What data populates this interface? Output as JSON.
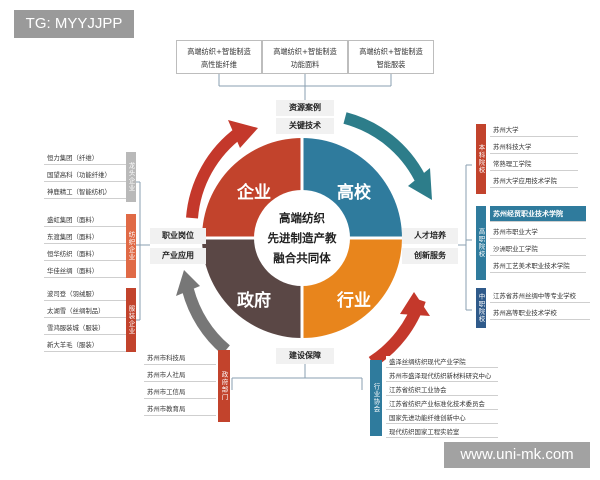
{
  "watermark_tl": "TG: MYYJJPP",
  "watermark_br": "www.uni-mk.com",
  "colors": {
    "enterprise": "#c2432c",
    "university": "#2f7b9d",
    "government": "#5a4745",
    "industry": "#e8851c",
    "arrow_red": "#c4382b",
    "arrow_teal": "#2d7d8a",
    "arrow_grey": "#777777"
  },
  "top_boxes": [
    {
      "line1": "高端纺织+智能制造",
      "line2": "高性能纤维"
    },
    {
      "line1": "高端纺织+智能制造",
      "line2": "功能面料"
    },
    {
      "line1": "高端纺织+智能制造",
      "line2": "智能服装"
    }
  ],
  "top_labels": [
    "资源案例",
    "关键技术"
  ],
  "wheel": {
    "enterprise": "企业",
    "university": "高校",
    "government": "政府",
    "industry": "行业",
    "center": [
      "高端纺织",
      "先进制造产教",
      "融合共同体"
    ]
  },
  "left_labels": [
    "职业岗位",
    "产业应用"
  ],
  "right_labels": [
    "人才培养",
    "创新服务"
  ],
  "bottom_label": "建设保障",
  "left_groups": [
    {
      "color": "#b9b9b9",
      "items": [
        "恒力集团（纤维）",
        "国望高科（功能纤维）",
        "神鹿精工（智能纺机）"
      ]
    },
    {
      "color": "#e06a46",
      "items": [
        "盛虹集团（面料）",
        "东渡集团（面料）",
        "恒华纺织（面料）",
        "华佳丝绸（面料）"
      ]
    },
    {
      "color": "#c2432c",
      "items": [
        "波司登（羽绒服）",
        "太湖雪（丝绸制品）",
        "雪鸿服装城（服装）",
        "新大羊毛（服装）"
      ]
    }
  ],
  "right_groups": [
    {
      "color": "#c2432c",
      "items": [
        "苏州大学",
        "苏州科技大学",
        "常熟理工学院",
        "苏州大学应用技术学院"
      ]
    },
    {
      "color": "#2f7b9d",
      "items": [
        "苏州经贸职业技术学院",
        "苏州市职业大学",
        "沙洲职业工学院",
        "苏州工艺美术职业技术学院"
      ]
    },
    {
      "color": "#2f5a8a",
      "items": [
        "江苏省苏州丝绸中等专业学校",
        "苏州高等职业技术学校"
      ]
    }
  ],
  "bottom_left_items": [
    "苏州市科技局",
    "苏州市人社局",
    "苏州市工信局",
    "苏州市教育局"
  ],
  "bottom_right_items": [
    "盛泽丝绸纺织现代产业学院",
    "苏州市盛泽现代纺织新材料研究中心",
    "江苏省纺织工业协会",
    "江苏省纺织产业标准化技术委员会",
    "国家先进功能纤维创新中心",
    "现代纺织国家工程实验室"
  ],
  "vbar_labels": {
    "enterprise": "龙头企业",
    "textile": "纺织企业",
    "apparel": "服装企业",
    "univ": "本科院校",
    "voc": "高职院校",
    "mid": "中职院校",
    "gov": "政府部门",
    "assoc": "行业协会"
  }
}
